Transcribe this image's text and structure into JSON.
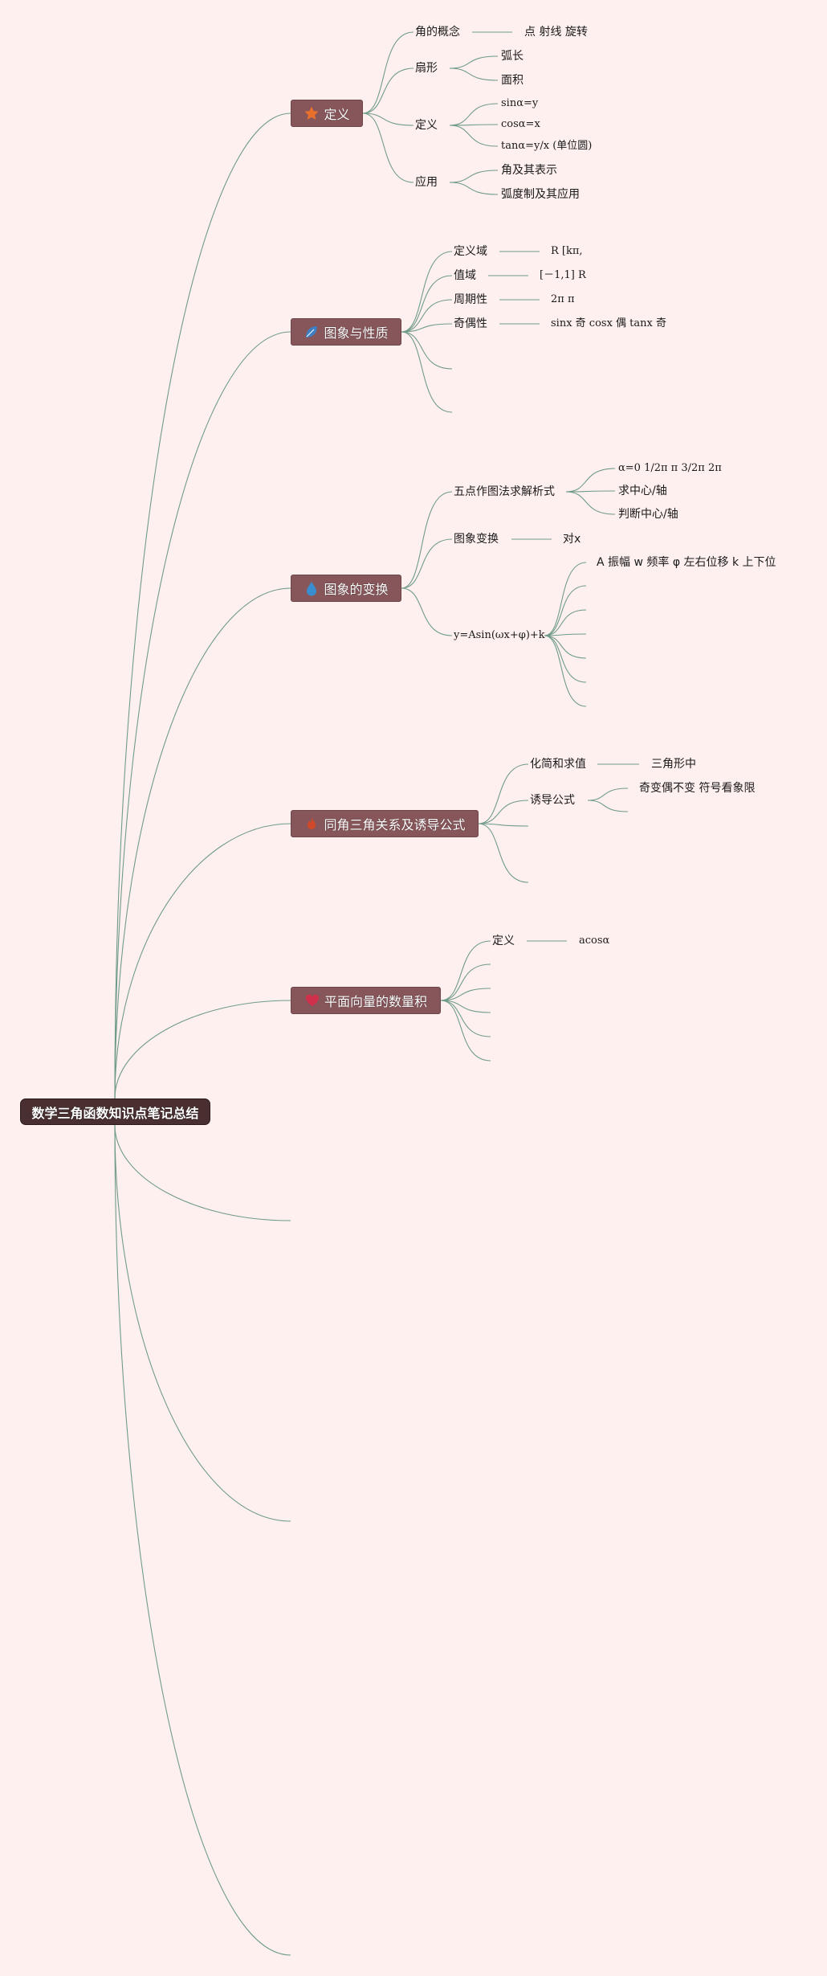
{
  "root": {
    "label": "数学三角函数知识点笔记总结"
  },
  "colors": {
    "background": "#fff0f0",
    "branch": "#86565a",
    "root": "#4a2f31",
    "link": "#6f9b8a"
  },
  "branches": [
    {
      "label": "定义",
      "icon": "star-icon",
      "icon_color": "#e8702a",
      "children": [
        {
          "label": "角的概念",
          "detail": "点 射线 旋转"
        },
        {
          "label": "扇形",
          "children": [
            "弧长",
            "面积"
          ]
        },
        {
          "label": "定义",
          "children": [
            "sinα=y",
            "cosα=x",
            "tanα=y/x (单位圆)"
          ]
        },
        {
          "label": "应用",
          "children": [
            "角及其表示",
            "弧度制及其应用"
          ]
        }
      ]
    },
    {
      "label": "图象与性质",
      "icon": "leaf-icon",
      "icon_color": "#3d7fc4",
      "children": [
        {
          "label": "定义域",
          "detail": "R [kπ,"
        },
        {
          "label": "值域",
          "detail": "[－1,1] R"
        },
        {
          "label": "周期性",
          "detail": "2π π"
        },
        {
          "label": "奇偶性",
          "detail": "sinx 奇 cosx 偶 tanx 奇"
        }
      ]
    },
    {
      "label": "图象的变换",
      "icon": "drop-icon",
      "icon_color": "#3a8ed0",
      "children": [
        {
          "label": "五点作图法求解析式",
          "children": [
            "α=0 1/2π π 3/2π 2π",
            "求中心/轴",
            "判断中心/轴"
          ]
        },
        {
          "label": "图象变换",
          "detail": "对x"
        },
        {
          "label": "y=Asin(ωx+φ)+k",
          "children": [
            "A 振幅 w 频率 φ 左右位移 k 上下位"
          ]
        }
      ]
    },
    {
      "label": "同角三角关系及诱导公式",
      "icon": "fire-icon",
      "icon_color": "#d04a2a",
      "children": [
        {
          "label": "化简和求值",
          "detail": "三角形中"
        },
        {
          "label": "诱导公式",
          "children": [
            "奇变偶不变 符号看象限"
          ]
        }
      ]
    },
    {
      "label": "平面向量的数量积",
      "icon": "heart-icon",
      "icon_color": "#d0304a",
      "children": [
        {
          "label": "定义",
          "detail": "acosα"
        }
      ]
    }
  ]
}
